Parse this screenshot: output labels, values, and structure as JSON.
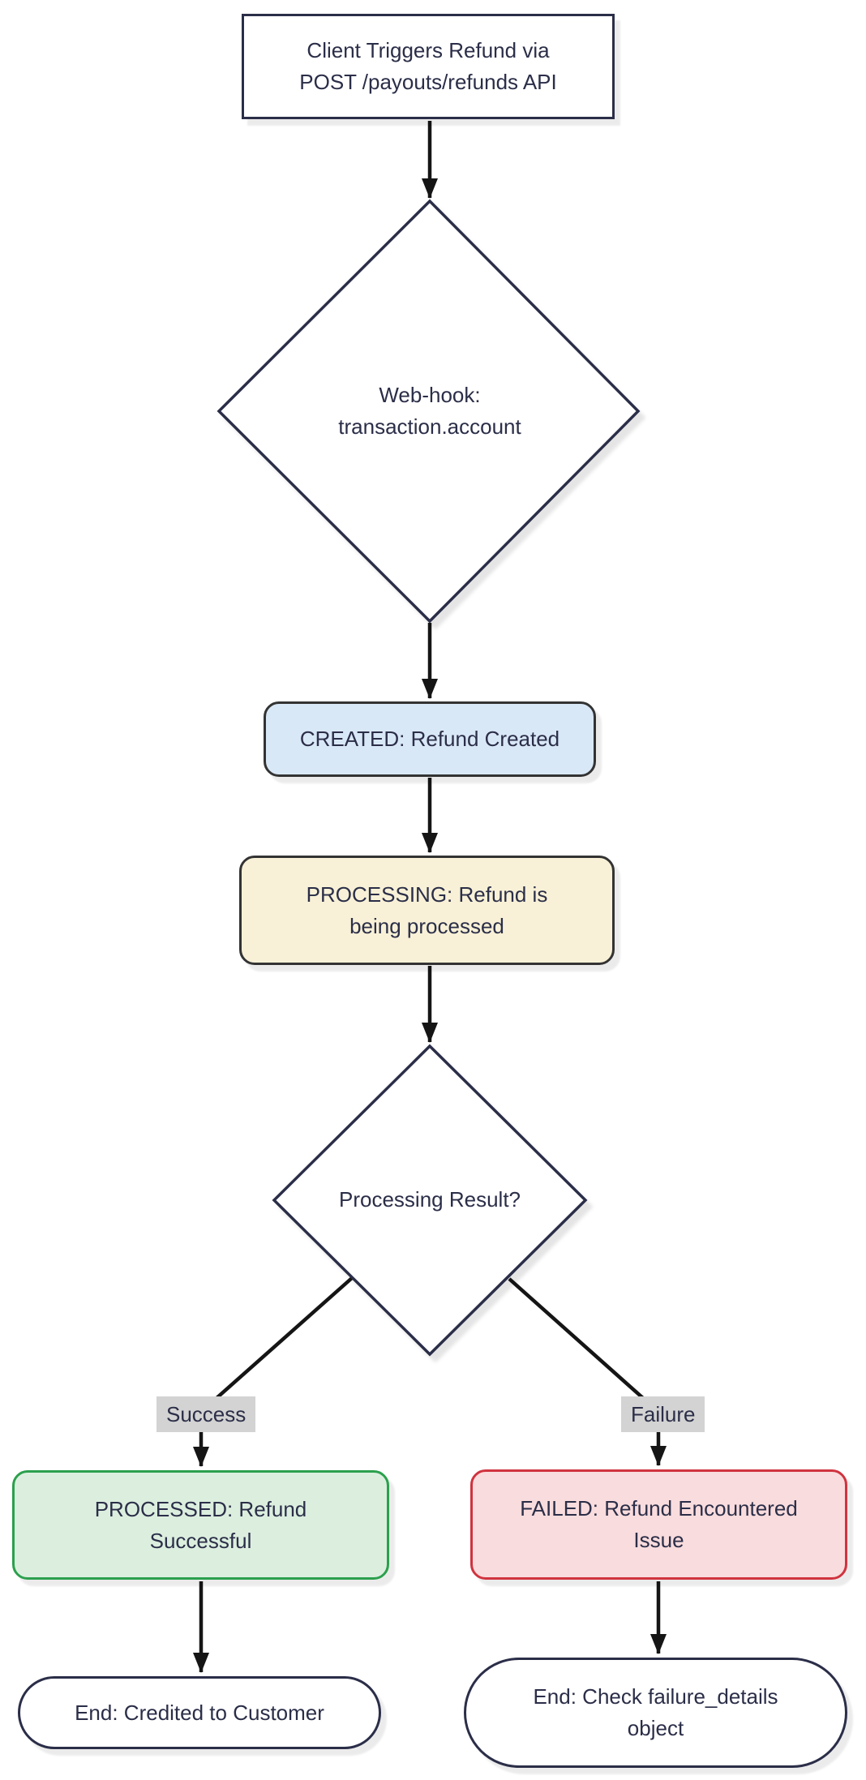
{
  "colors": {
    "navy": "#2b2e48",
    "edge": "#151515",
    "dark_border": "#333333",
    "created_fill": "#d9e8f7",
    "processing_fill": "#f8f1d7",
    "processed_fill": "#dcefdf",
    "processed_border": "#2ba04d",
    "failed_fill": "#f9dcdd",
    "failed_border": "#d0333f",
    "label_bg": "#d3d3d3",
    "canvas_bg": "#ffffff"
  },
  "nodes": {
    "client": {
      "lines": [
        "Client Triggers Refund via",
        "POST /payouts/refunds API"
      ]
    },
    "webhook": {
      "lines": [
        "Web-hook:",
        "transaction.account"
      ]
    },
    "created": {
      "lines": [
        "CREATED: Refund Created"
      ]
    },
    "processing": {
      "lines": [
        "PROCESSING: Refund is",
        "being processed"
      ]
    },
    "result": {
      "lines": [
        "Processing Result?"
      ]
    },
    "processed": {
      "lines": [
        "PROCESSED: Refund",
        "Successful"
      ]
    },
    "failed": {
      "lines": [
        "FAILED: Refund Encountered",
        "Issue"
      ]
    },
    "end_success": {
      "lines": [
        "End: Credited to Customer"
      ]
    },
    "end_failure": {
      "lines": [
        "End: Check failure_details",
        "object"
      ]
    }
  },
  "edge_labels": {
    "success": "Success",
    "failure": "Failure"
  }
}
